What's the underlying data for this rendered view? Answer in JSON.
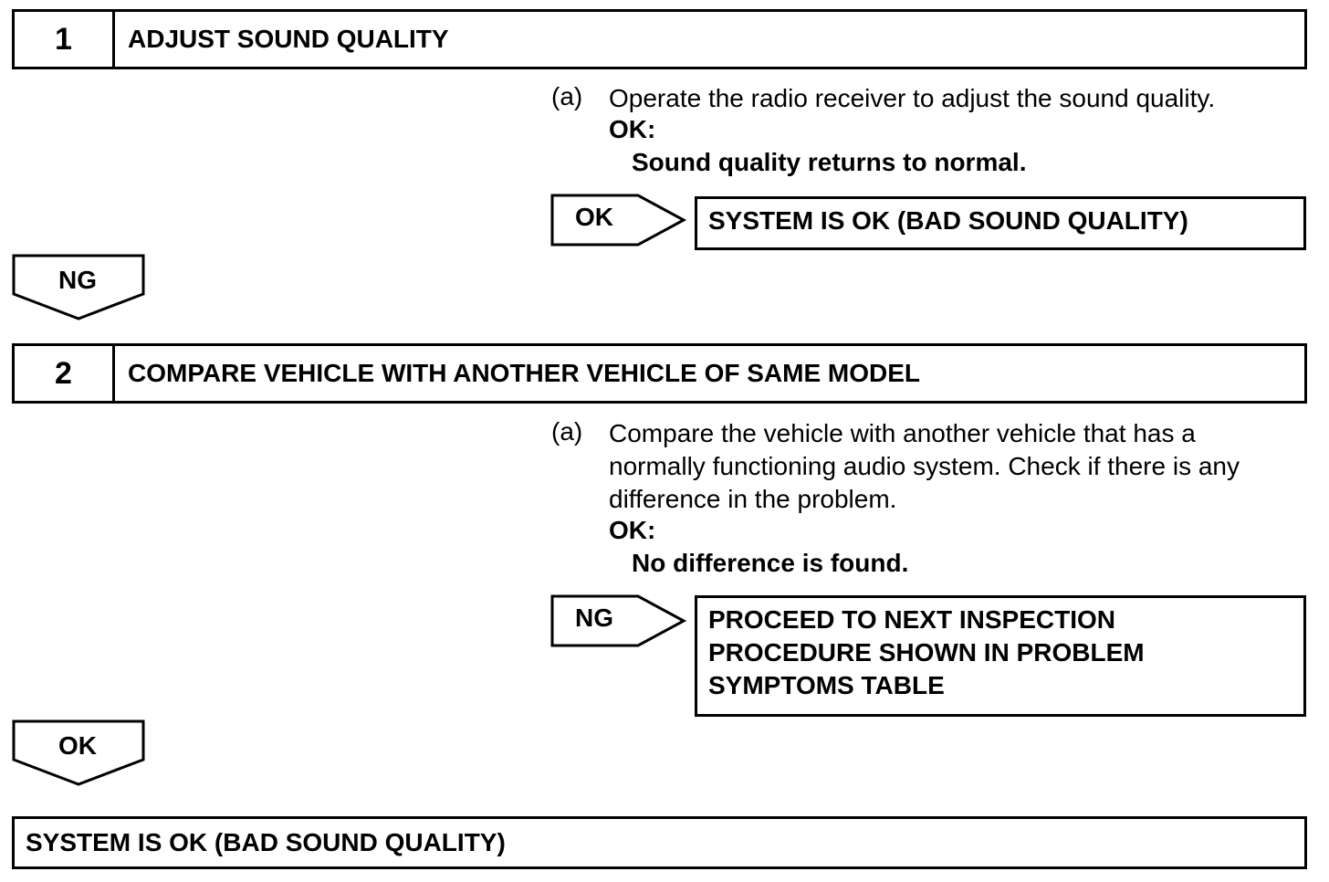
{
  "step1": {
    "number": "1",
    "title": "ADJUST SOUND QUALITY",
    "sub_letter": "(a)",
    "instruction": "Operate the radio receiver to adjust the sound quality.",
    "ok_label": "OK:",
    "ok_criterion": "Sound quality returns to normal.",
    "branch_label": "OK",
    "branch_result": "SYSTEM IS OK (BAD SOUND QUALITY)"
  },
  "flow1": {
    "label": "NG"
  },
  "step2": {
    "number": "2",
    "title": "COMPARE VEHICLE WITH ANOTHER VEHICLE OF SAME MODEL",
    "sub_letter": "(a)",
    "instruction_lines": [
      "Compare the vehicle with another vehicle that has a",
      "normally functioning audio system. Check if there is any",
      "difference in the problem."
    ],
    "ok_label": "OK:",
    "ok_criterion": "No difference is found.",
    "branch_label": "NG",
    "branch_result_lines": [
      "PROCEED TO NEXT INSPECTION",
      "PROCEDURE SHOWN IN PROBLEM",
      "SYMPTOMS TABLE"
    ]
  },
  "flow2": {
    "label": "OK"
  },
  "final": {
    "text": "SYSTEM IS OK (BAD SOUND QUALITY)"
  }
}
